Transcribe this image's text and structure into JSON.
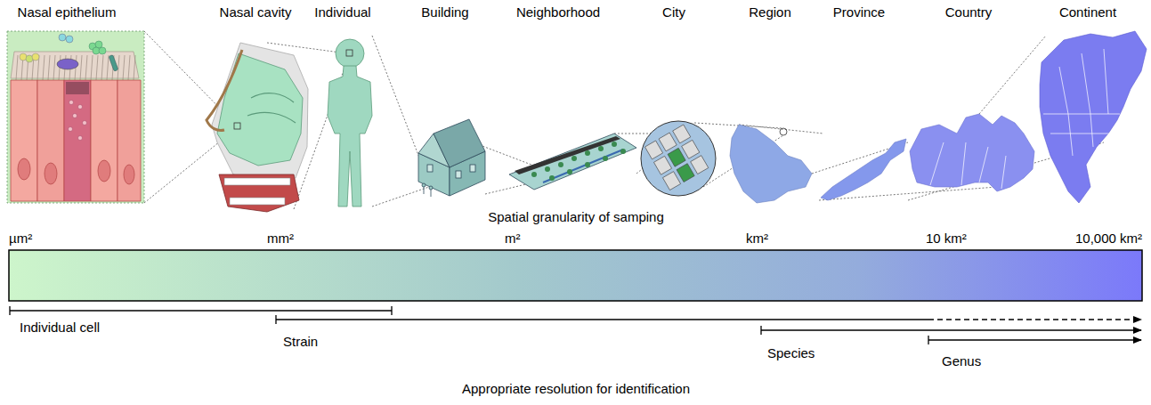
{
  "diagram": {
    "labels": [
      "Nasal epithelium",
      "Nasal cavity",
      "Individual",
      "Building",
      "Neighborhood",
      "City",
      "Region",
      "Province",
      "Country",
      "Continent",
      "Spatial granularity of samping",
      "µm²",
      "mm²",
      "m²",
      "km²",
      "10 km²",
      "10,000 km²",
      "Individual cell",
      "Strain",
      "Species",
      "Genus",
      "Appropriate resolution for identification"
    ]
  }
}
